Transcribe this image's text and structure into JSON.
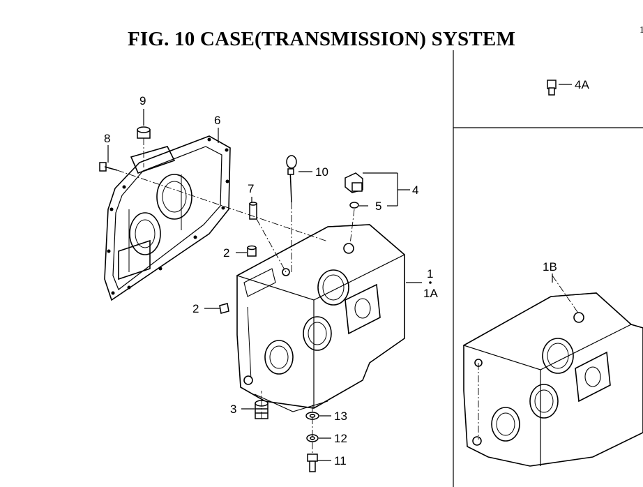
{
  "title": "FIG. 10  CASE(TRANSMISSION) SYSTEM",
  "edge_mark": "1",
  "callouts": {
    "c1": "1",
    "c1a": "1A",
    "c1b": "1B",
    "c2a": "2",
    "c2b": "2",
    "c3": "3",
    "c4": "4",
    "c4a": "4A",
    "c5": "5",
    "c6": "6",
    "c7": "7",
    "c8": "8",
    "c9": "9",
    "c10": "10",
    "c11": "11",
    "c12": "12",
    "c13": "13"
  }
}
